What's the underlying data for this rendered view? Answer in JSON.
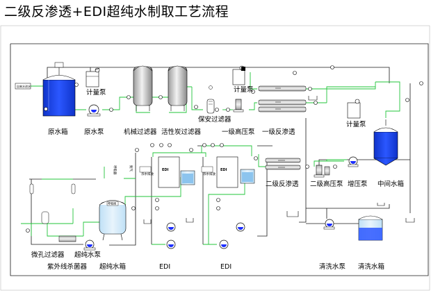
{
  "title": "二级反渗透+EDI超纯水制取工艺流程",
  "labels": {
    "raw_tank": "原水箱",
    "raw_pump": "原水泵",
    "mech_filter": "机械过滤器",
    "carbon_filter": "活性炭过滤器",
    "security_filter": "保安过滤器",
    "hp_pump_1": "一级高压泵",
    "ro_1": "一级反渗透",
    "dosing_pump_1": "计量泵",
    "dosing_pump_2": "计量泵",
    "dosing_pump_3": "计量泵",
    "ro_2": "二级反渗透",
    "hp_pump_2": "二级高压泵",
    "booster_pump": "增压泵",
    "mid_tank": "中间水箱",
    "micro_filter": "微孔过滤器",
    "uv_sterilizer": "紫外线杀菌器",
    "upw_pump": "超纯水泵",
    "upw_tank": "超纯水箱",
    "edi_1": "EDI",
    "edi_2": "EDI",
    "clean_pump": "清洗水泵",
    "clean_tank": "清洗水箱",
    "inlet_tag": "自来水进水",
    "edi_inner_1": "EDI",
    "edi_inner_2": "EDI",
    "conc_drain_1": "浓水排放",
    "conc_drain_2": "浓水排放",
    "fresh_drain_1": "淡水排放",
    "fresh_drain_2": "淡水排放",
    "nitrogen": "氮气",
    "vent": "呼吸器",
    "breather_valve": "呼吸阀"
  },
  "colors": {
    "tank_blue": "#1b43e6",
    "light_blue": "#a9d5f2",
    "pipe_green": "#22c53a",
    "pipe_dark": "#1a1a1a"
  },
  "icons": {
    "pump": "pump-icon",
    "gauge": "pressure-gauge-icon",
    "flowmeter": "flowmeter-icon",
    "valve": "valve-icon"
  }
}
